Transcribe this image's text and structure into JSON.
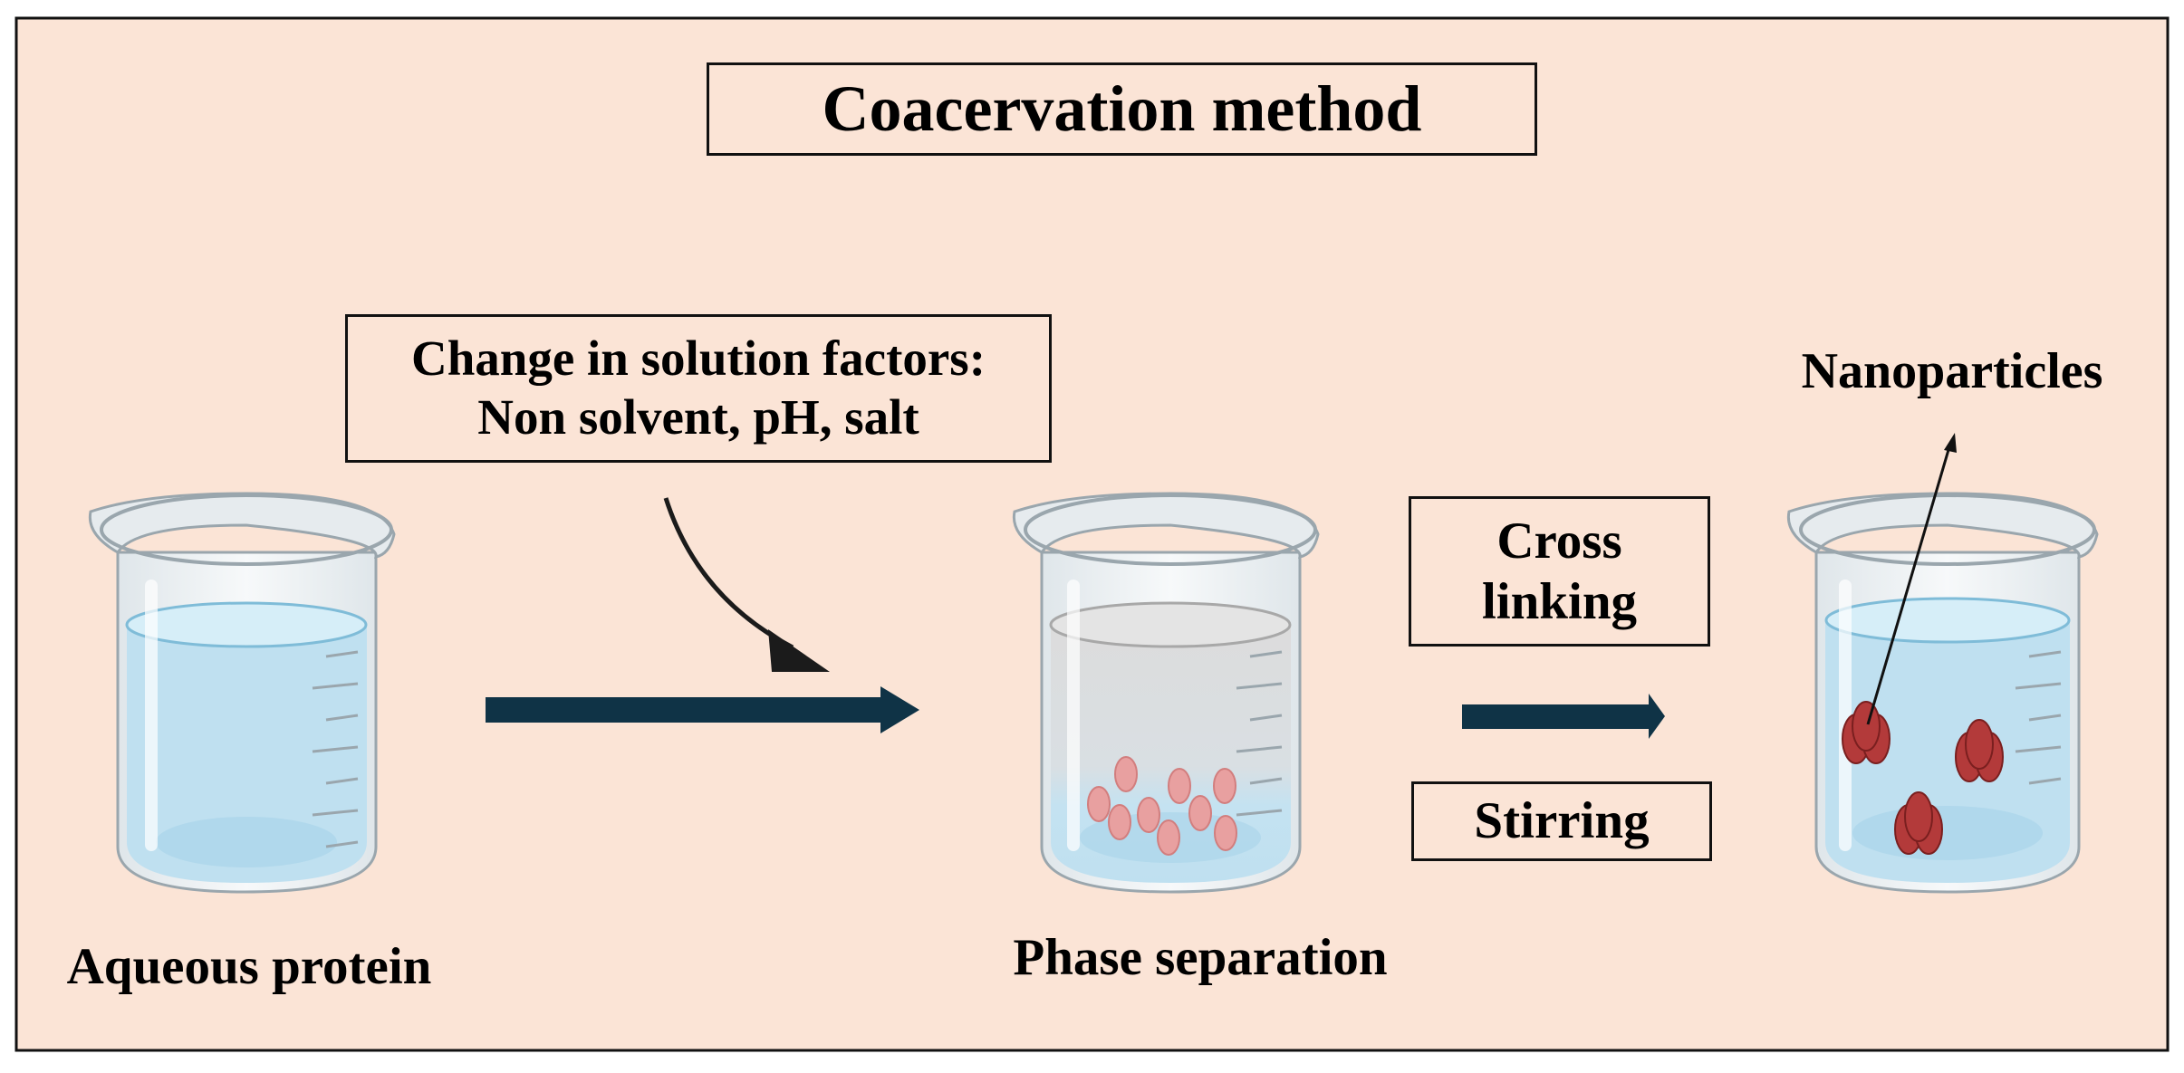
{
  "title": "Coacervation method",
  "factors_box": {
    "line1": "Change in solution factors:",
    "line2": "Non solvent, pH, salt"
  },
  "step_labels": {
    "cross_linking_line1": "Cross",
    "cross_linking_line2": "linking",
    "stirring": "Stirring"
  },
  "beaker_labels": {
    "aqueous_protein": "Aqueous protein",
    "phase_separation": "Phase separation",
    "nanoparticles": "Nanoparticles"
  },
  "colors": {
    "background": "#fbe4d6",
    "water": "#bfe0f0",
    "water_surface": "#d6eef8",
    "arrow": "#0f3346",
    "droplet": "#e8a0a0",
    "nanoparticle": "#b33a3a",
    "glass": "#eef1f3",
    "outline": "#111111"
  }
}
